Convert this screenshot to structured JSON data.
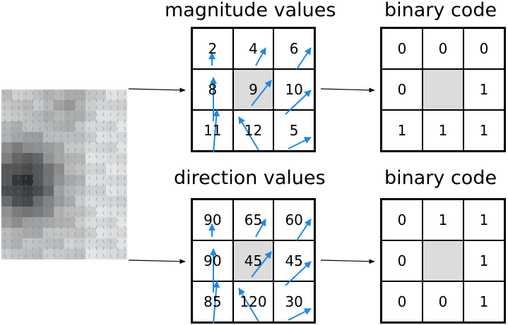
{
  "titles": {
    "magnitude": "magnitude values",
    "binary_top": "binary code",
    "direction": "direction values",
    "binary_bottom": "binary code"
  },
  "magnitude_grid": [
    "2",
    "4",
    "6",
    "8",
    "9",
    "10",
    "11",
    "12",
    "5"
  ],
  "binary_top_grid": [
    "0",
    "0",
    "0",
    "0",
    "",
    "1",
    "1",
    "1",
    "1"
  ],
  "direction_grid": [
    "90",
    "65",
    "60",
    "90",
    "45",
    "45",
    "85",
    "120",
    "30"
  ],
  "binary_bottom_grid": [
    "0",
    "1",
    "1",
    "0",
    "",
    "1",
    "0",
    "0",
    "1"
  ],
  "colors": {
    "arrow_blue": "#1e88e5",
    "center_cell": "#dcdcdc",
    "line": "#000000"
  }
}
